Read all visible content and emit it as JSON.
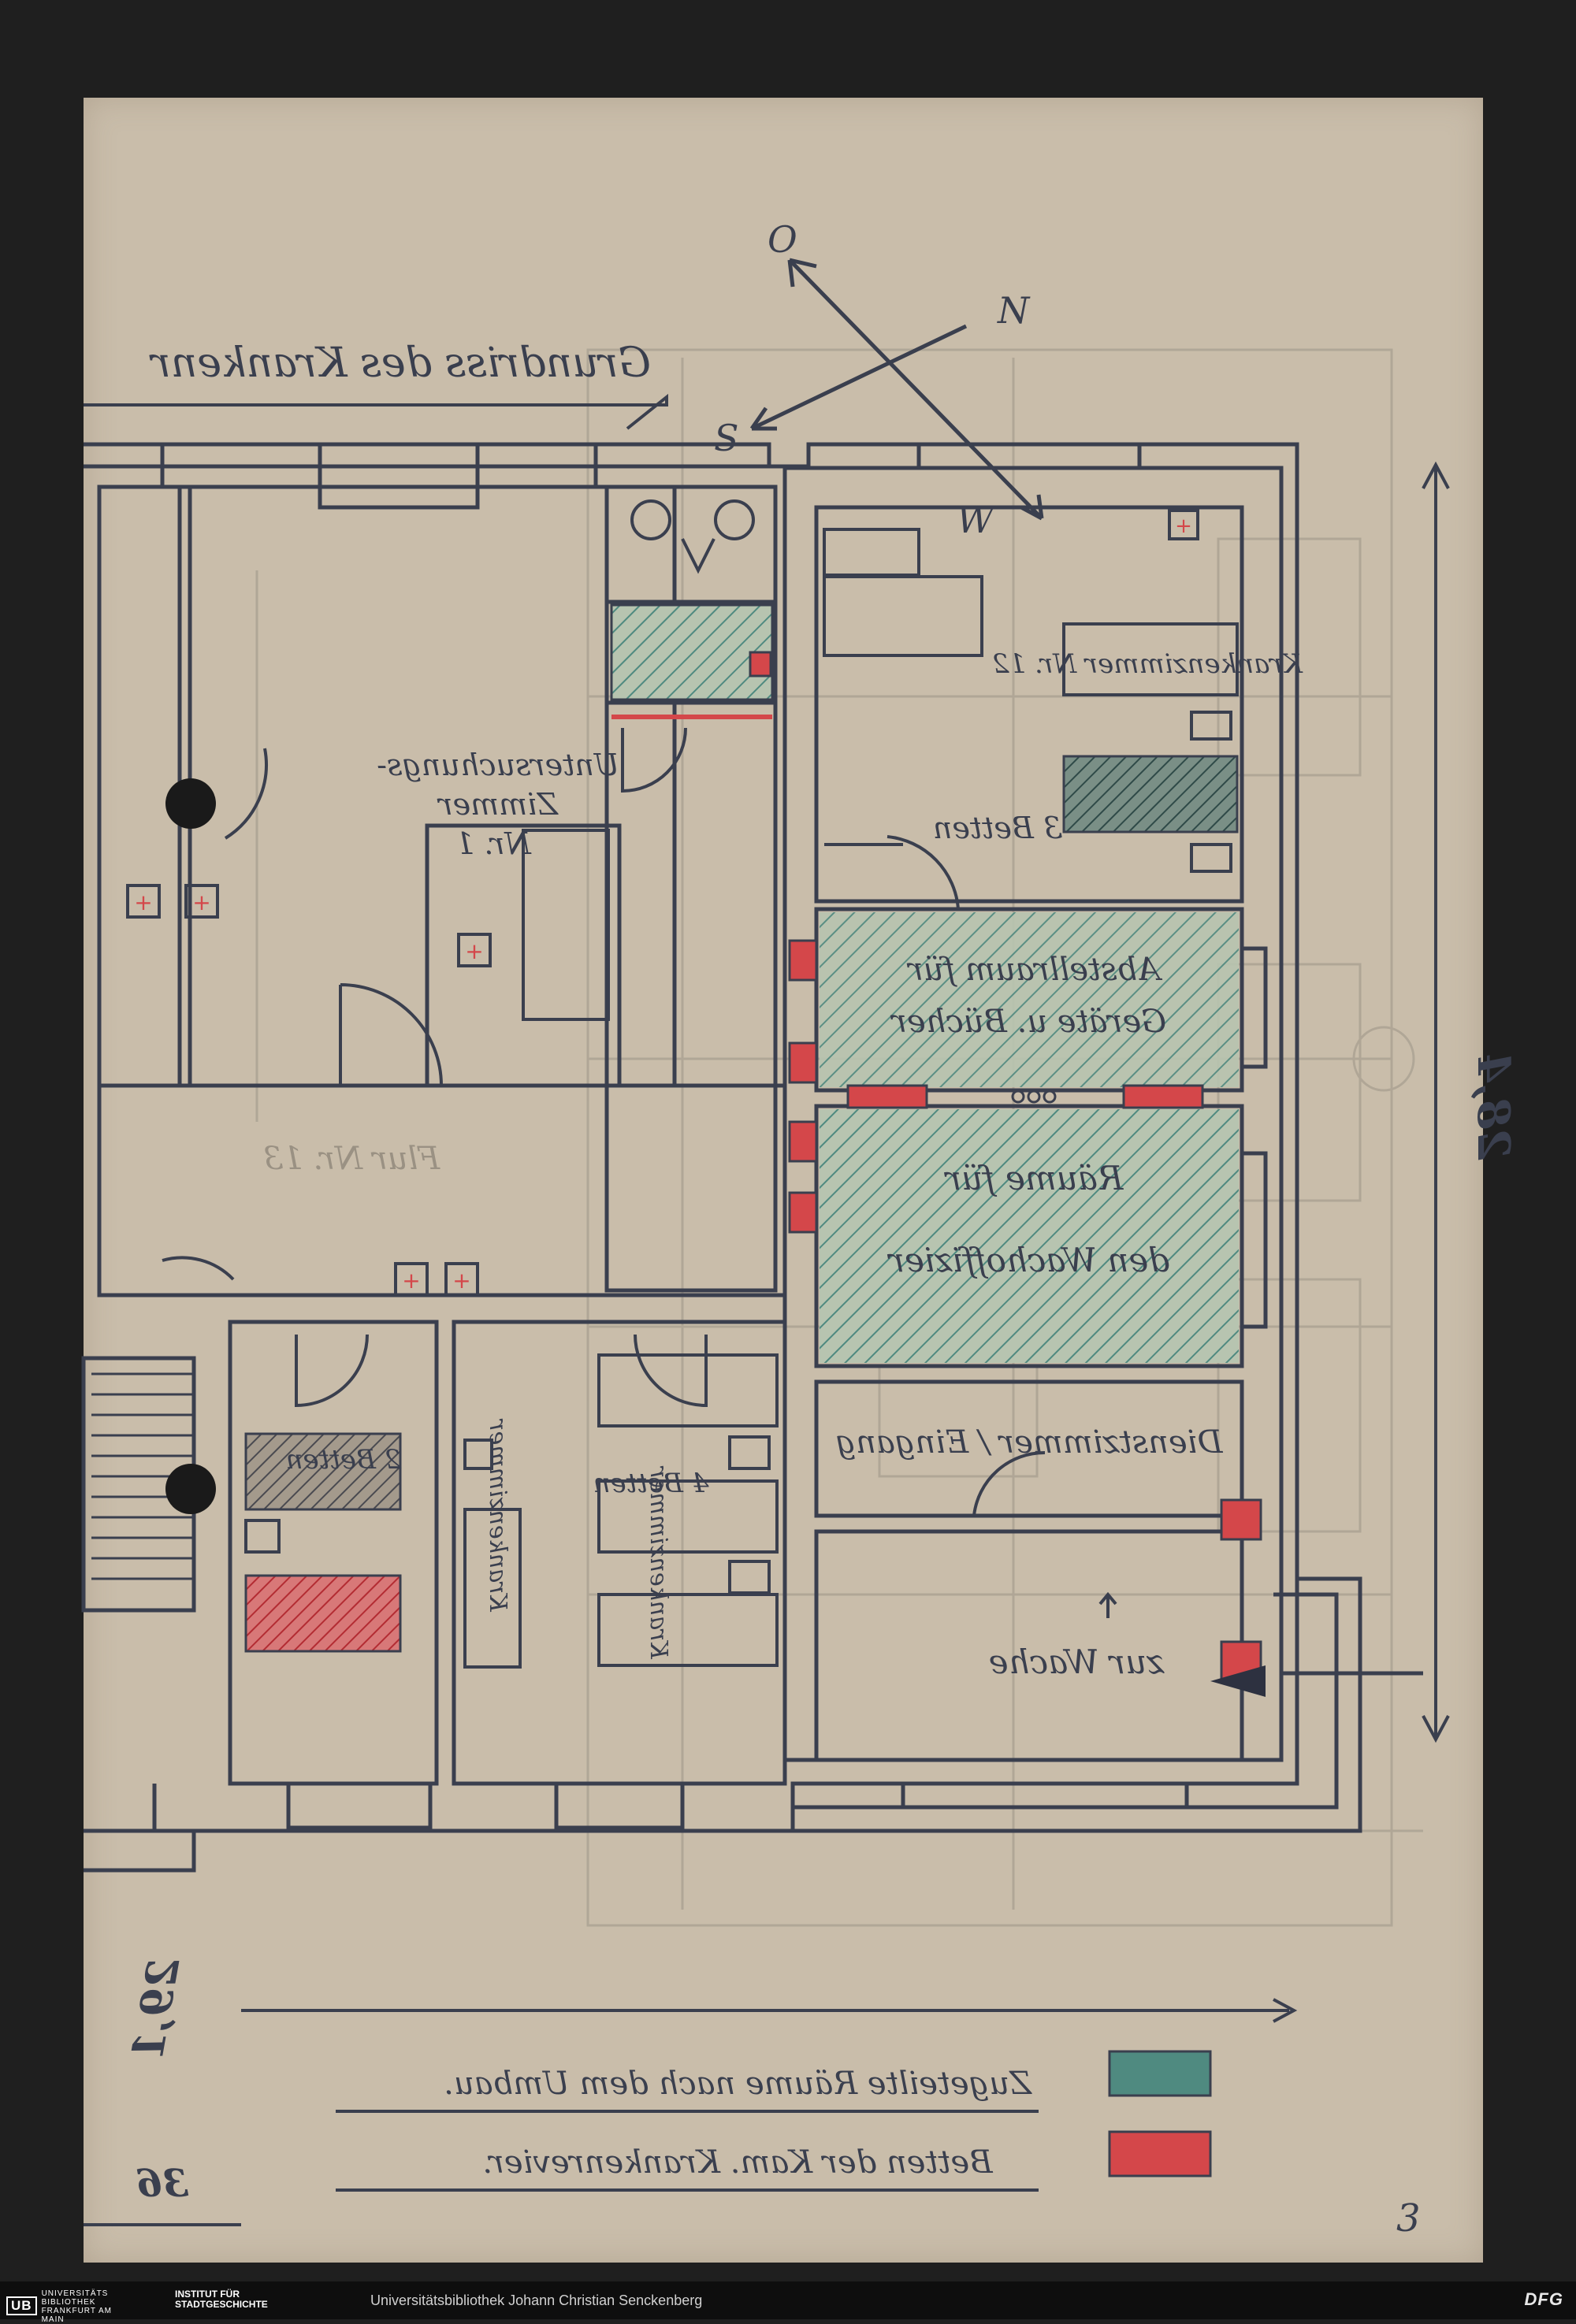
{
  "sheet": {
    "title_handwritten": "Grundriss des Krankenr",
    "page_number": "3",
    "dimension_right": "28,4",
    "dimension_bottom": "29,1",
    "dimension_corner": "36"
  },
  "compass": {
    "labels": [
      "O",
      "N",
      "S",
      "W"
    ]
  },
  "rooms": [
    {
      "id": "untersuchung",
      "label": "Untersuchungs-\nZimmer\nNr. 1"
    },
    {
      "id": "zimmer-12",
      "label": "Krankenzimmer\nNr. 12"
    },
    {
      "id": "betten-3",
      "label": "3 Betten"
    },
    {
      "id": "abstell",
      "label": "Abstellraum für\nGeräte u. Bücher"
    },
    {
      "id": "raeume",
      "label": "Räume für\nden Wachoffizier"
    },
    {
      "id": "zugang",
      "label": "Dienstzimmer / Eingang"
    },
    {
      "id": "zur-wache",
      "label": "zur Wache"
    },
    {
      "id": "flur",
      "label": "Flur Nr. 13"
    },
    {
      "id": "betten-2",
      "label": "2 Betten"
    },
    {
      "id": "betten-4",
      "label": "4 Betten"
    },
    {
      "id": "krankenzimmer-a",
      "label": "Krankenzimmer"
    },
    {
      "id": "krankenzimmer-b",
      "label": "Krankenzimmer"
    }
  ],
  "legend": [
    {
      "label": "Zugeteilte Räume nach dem Umbau.",
      "color": "#4f8a80"
    },
    {
      "label": "Betten der Kam. Krankenrevier.",
      "color": "#d4474a"
    }
  ],
  "colors": {
    "pencil": "#3a3f4e",
    "paper": "#c9bdaa",
    "green_hatch": "#4f8a80",
    "red": "#d4474a"
  },
  "footer": {
    "logo_ub": "UB",
    "logo_ub_sub": "UNIVERSITÄTS BIBLIOTHEK FRANKFURT AM MAIN",
    "logo_isg": "INSTITUT FÜR STADTGESCHICHTE",
    "library": "Universitätsbibliothek Johann Christian Senckenberg",
    "dfg": "DFG"
  }
}
